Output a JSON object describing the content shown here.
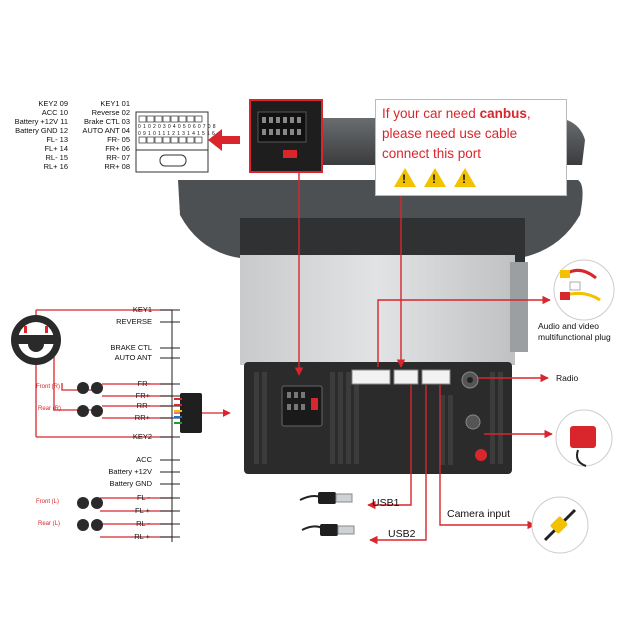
{
  "pinout": {
    "left": [
      "KEY2 09",
      "ACC 10",
      "Battery +12V 11",
      "Battery GND 12",
      "FL- 13",
      "FL+ 14",
      "RL- 15",
      "RL+ 16"
    ],
    "right": [
      "KEY1 01",
      "Reverse 02",
      "Brake CTL 03",
      "AUTO ANT 04",
      "FR- 05",
      "FR+ 06",
      "RR- 07",
      "RR+ 08"
    ],
    "top_pins": [
      "01",
      "02",
      "03",
      "04",
      "05",
      "06",
      "07",
      "08"
    ],
    "bottom_pins": [
      "09",
      "10",
      "11",
      "12",
      "13",
      "14",
      "15",
      "16"
    ]
  },
  "canbus": {
    "line1_prefix": "If your car need ",
    "line1_bold": "canbus",
    "line1_suffix": ",",
    "line2": "please need use cable",
    "line3": "connect this port",
    "warn_glyph": "!"
  },
  "wires_left": {
    "key1": "KEY1",
    "reverse": "REVERSE",
    "brake_ctl": "BRAKE CTL",
    "auto_ant": "AUTO ANT",
    "fr_minus": "FR-",
    "fr_plus": "FR+",
    "rr_minus": "RR-",
    "rr_plus": "RR+",
    "key2": "KEY2",
    "acc": "ACC",
    "battery_12v": "Battery +12V",
    "battery_gnd": "Battery GND",
    "fl_minus": "FL -",
    "fl_plus": "FL +",
    "rl_minus": "RL -",
    "rl_plus": "RL +",
    "front_r": "Front (R)",
    "rear_r": "Rear (R)",
    "front_l": "Front (L)",
    "rear_l": "Rear (L)"
  },
  "right_labels": {
    "av": "Audio and video",
    "av2": "multifunctional plug",
    "radio": "Radio",
    "usb1": "USB1",
    "usb2": "USB2",
    "camera": "Camera input"
  },
  "colors": {
    "red": "#d8262c",
    "device_dark": "#2b2b2b",
    "device_gray": "#b9bcbf"
  }
}
